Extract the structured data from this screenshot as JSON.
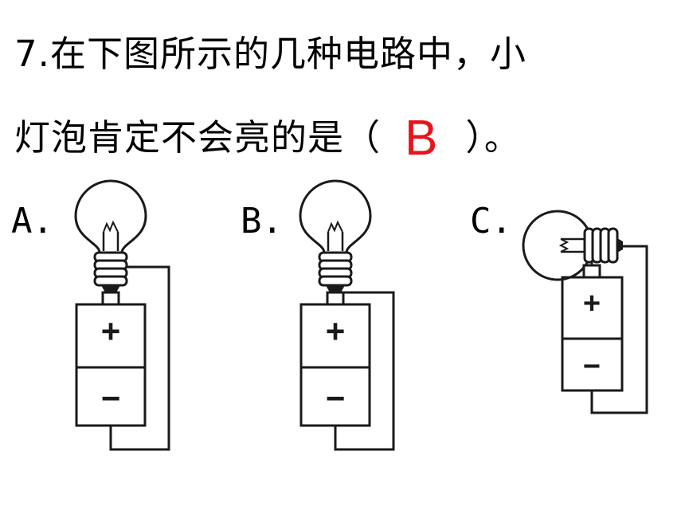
{
  "question": {
    "number": "7.",
    "line1": "在下图所示的几种电路中，小",
    "line2_before": "灯泡肯定不会亮的是（",
    "answer": "B",
    "line2_after": "）。"
  },
  "options": [
    {
      "label": "A.",
      "plus": "+",
      "minus": "−"
    },
    {
      "label": "B.",
      "plus": "+",
      "minus": "−"
    },
    {
      "label": "C.",
      "plus": "+",
      "minus": "−"
    }
  ],
  "colors": {
    "answer": "#e8141b",
    "ink": "#1a1a1a"
  },
  "icons": [
    "light-bulb-icon",
    "battery-icon",
    "wire"
  ]
}
